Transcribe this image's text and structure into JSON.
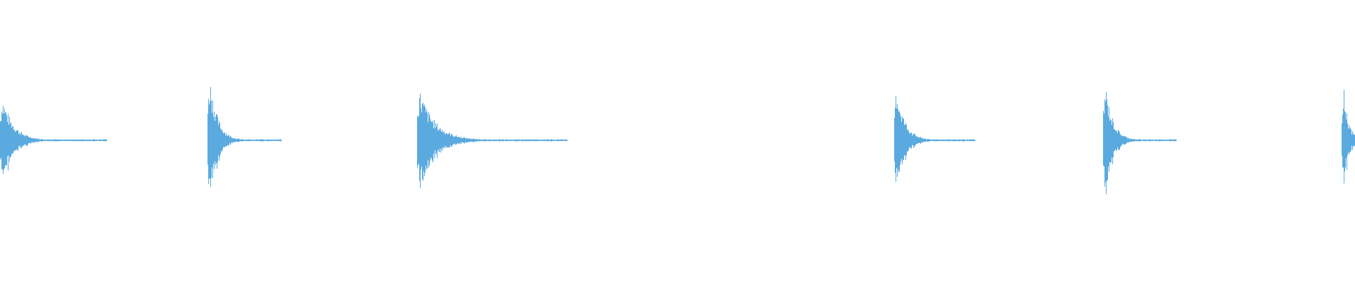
{
  "waveform": {
    "color": "#5aaae0",
    "background": "#ffffff",
    "hits": [
      {
        "start": 0.0,
        "peak": 0.64,
        "tail_end": 0.079
      },
      {
        "start": 0.153,
        "peak": 0.93,
        "tail_end": 0.208
      },
      {
        "start": 0.308,
        "peak": 0.74,
        "tail_end": 0.419
      },
      {
        "start": 0.66,
        "peak": 0.78,
        "tail_end": 0.72
      },
      {
        "start": 0.814,
        "peak": 0.8,
        "tail_end": 0.868
      },
      {
        "start": 0.99,
        "peak": 0.72,
        "tail_end": 1.0
      }
    ]
  }
}
